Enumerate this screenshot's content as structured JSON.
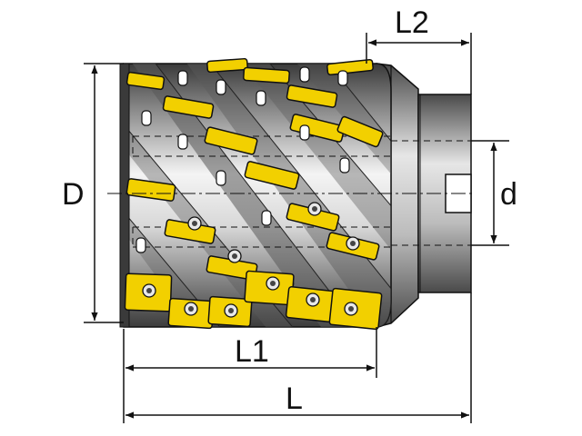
{
  "drawing": {
    "labels": {
      "D": "D",
      "d": "d",
      "L": "L",
      "L1": "L1",
      "L2": "L2"
    },
    "colors": {
      "insert": "#f2d000",
      "body_dark": "#4a4a4a",
      "body_light": "#f2f2f2",
      "line": "#111111"
    }
  }
}
